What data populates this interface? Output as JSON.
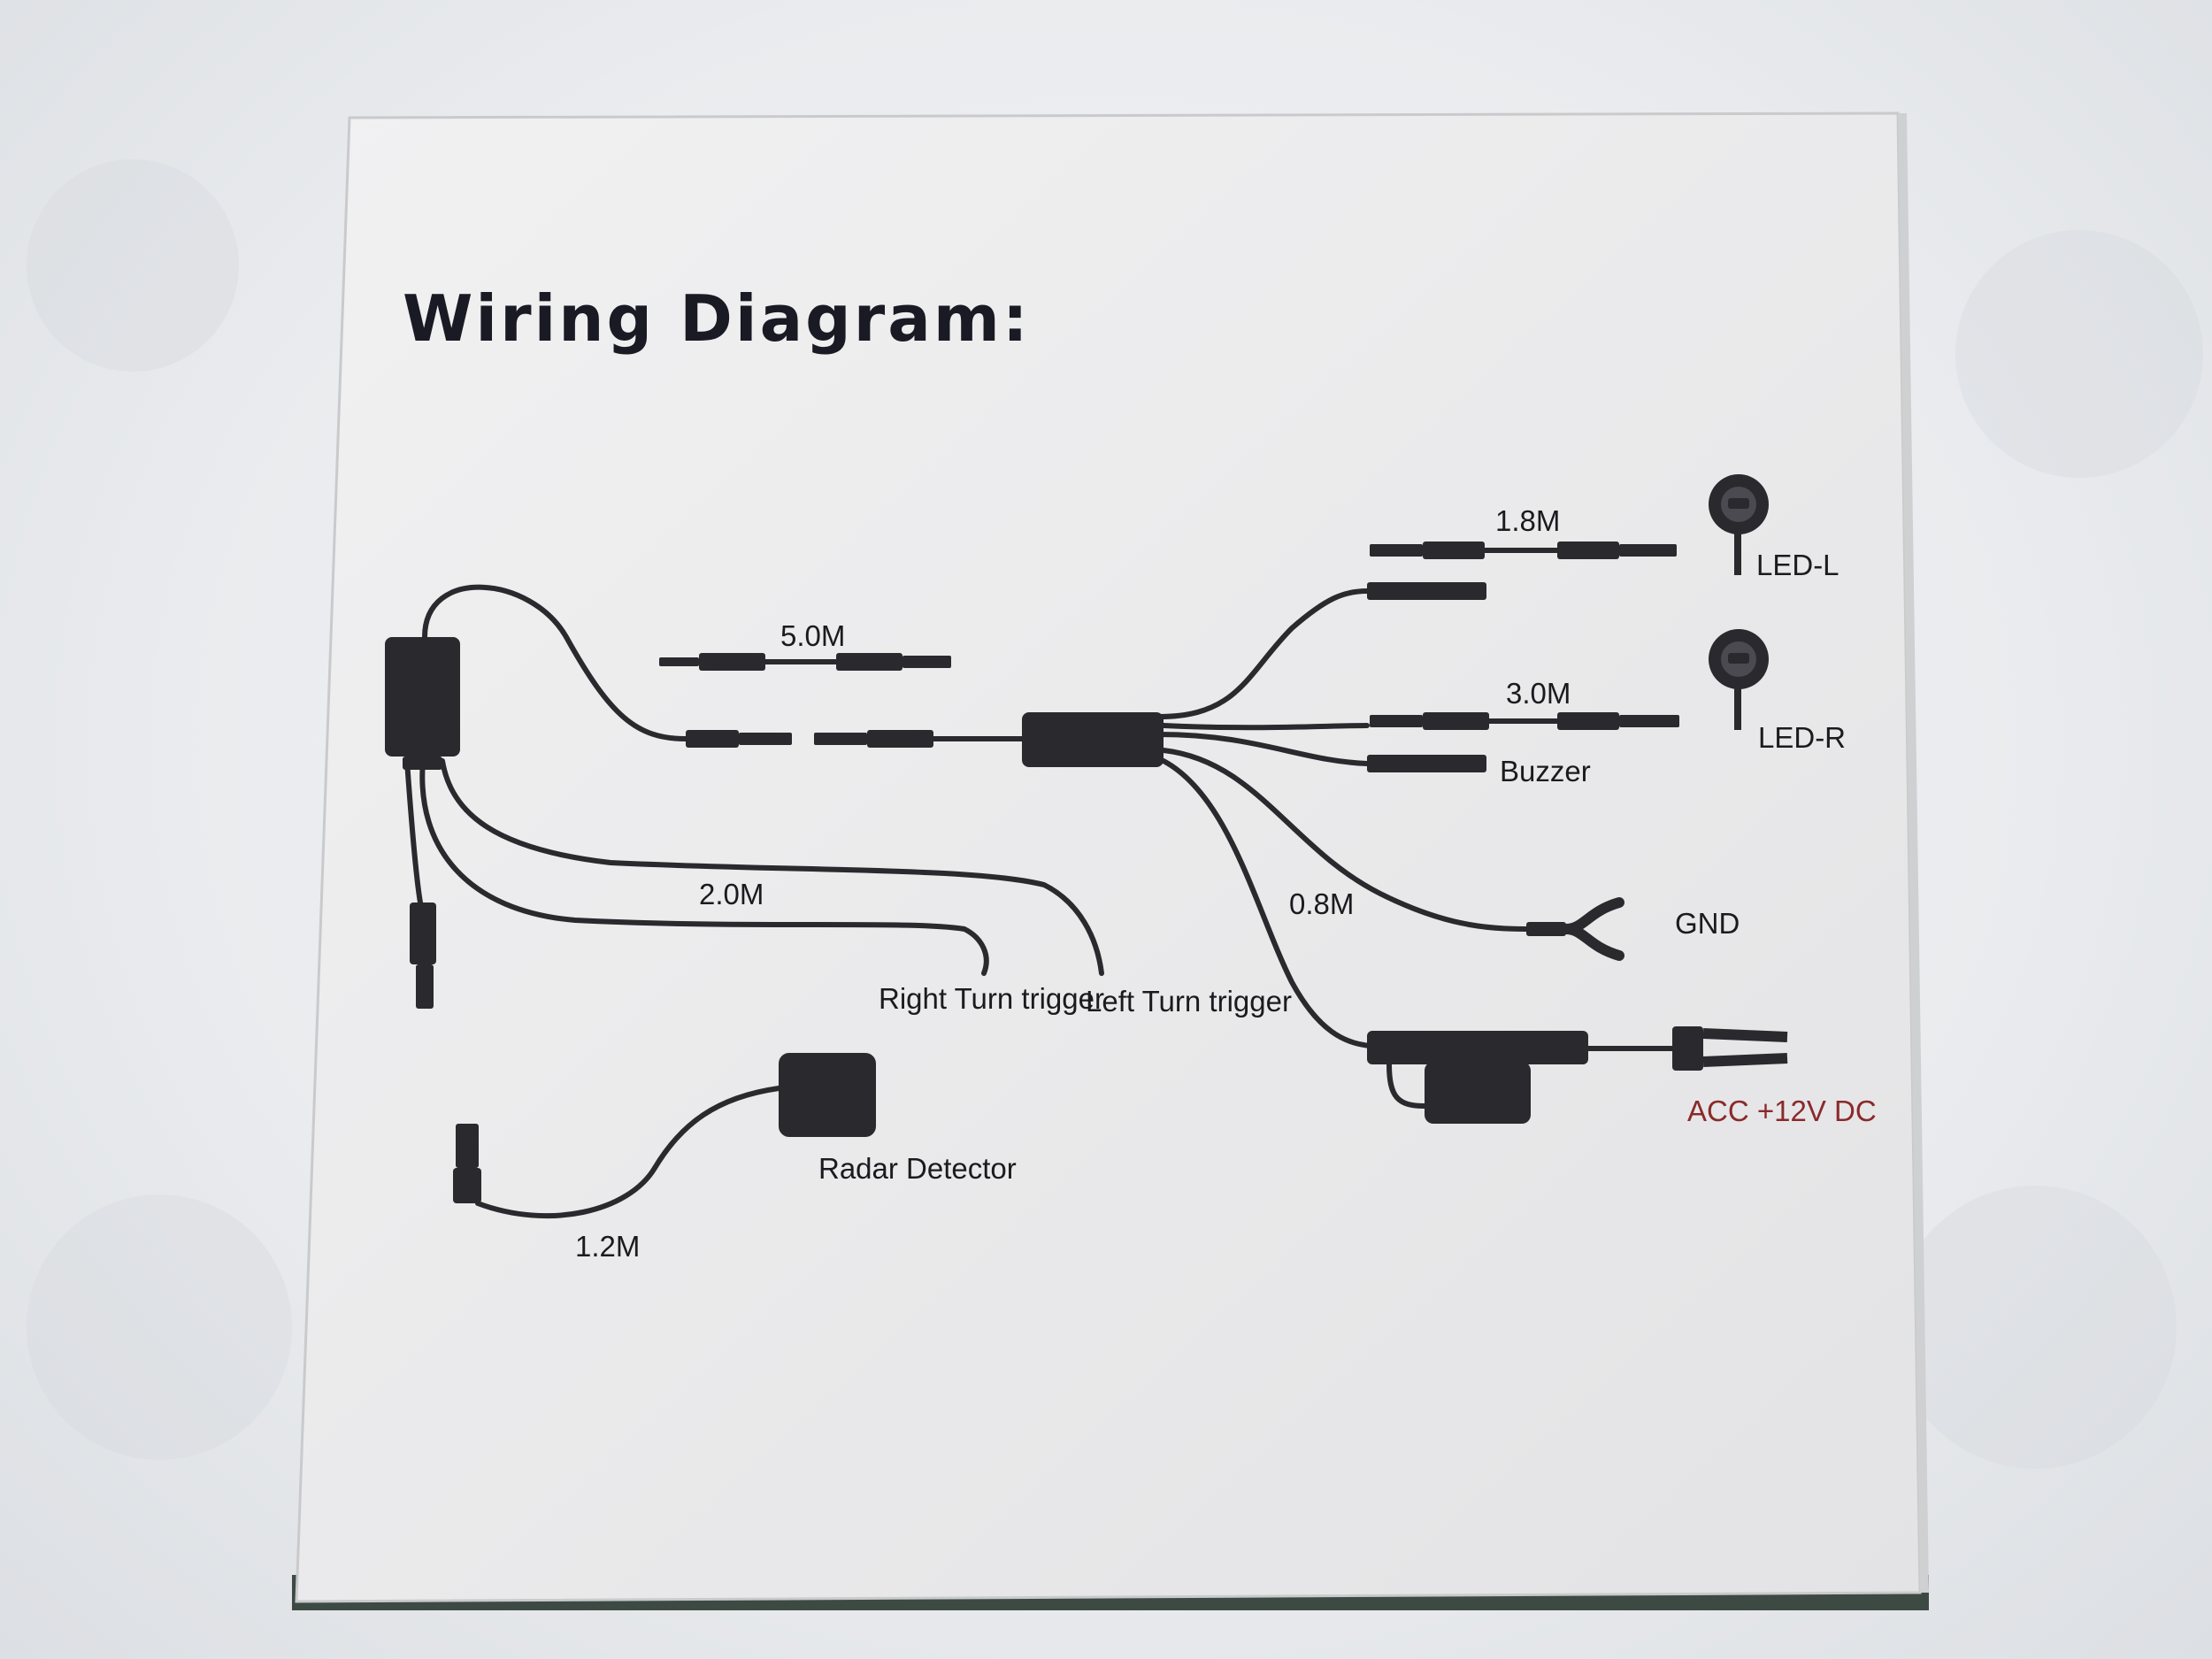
{
  "diagram": {
    "title": "Wiring Diagram:",
    "labels": {
      "len_5_0": "5.0M",
      "len_1_8": "1.8M",
      "len_3_0": "3.0M",
      "len_2_0": "2.0M",
      "len_0_8": "0.8M",
      "len_1_2": "1.2M",
      "led_l": "LED-L",
      "led_r": "LED-R",
      "buzzer": "Buzzer",
      "gnd": "GND",
      "acc": "ACC +12V DC",
      "right_turn": "Right Turn trigger",
      "left_turn": "Left Turn trigger",
      "radar": "Radar Detector"
    },
    "colors": {
      "ink": "#2a2a2e",
      "accent_red": "#8a2a2a",
      "board": "#efefef"
    }
  }
}
